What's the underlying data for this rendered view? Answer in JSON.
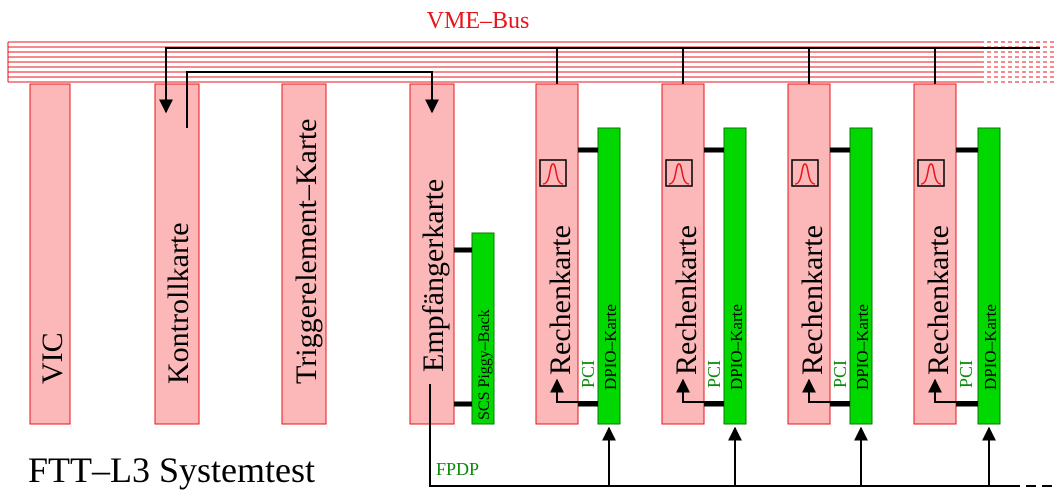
{
  "bus": {
    "label": "VME–Bus",
    "color": "#e8141c"
  },
  "cards": {
    "vic": "VIC",
    "kontroll": "Kontrollkarte",
    "trigger": "Triggerelement–Karte",
    "empfaenger": "Empfängerkarte",
    "piggy": "SCS Piggy–Back",
    "rechen": [
      "Rechenkarte",
      "Rechenkarte",
      "Rechenkarte",
      "Rechenkarte"
    ],
    "dpio": [
      "DPIO–Karte",
      "DPIO–Karte",
      "DPIO–Karte",
      "DPIO–Karte"
    ],
    "pci": [
      "PCI",
      "PCI",
      "PCI",
      "PCI"
    ]
  },
  "fpdp": {
    "label": "FPDP",
    "color": "#0a8a0a"
  },
  "title": "FTT–L3 Systemtest",
  "colors": {
    "card_fill": "#fcb8b8",
    "green_fill": "#00d800",
    "bus_line": "#e8141c",
    "accent_green": "#0a8a0a"
  }
}
